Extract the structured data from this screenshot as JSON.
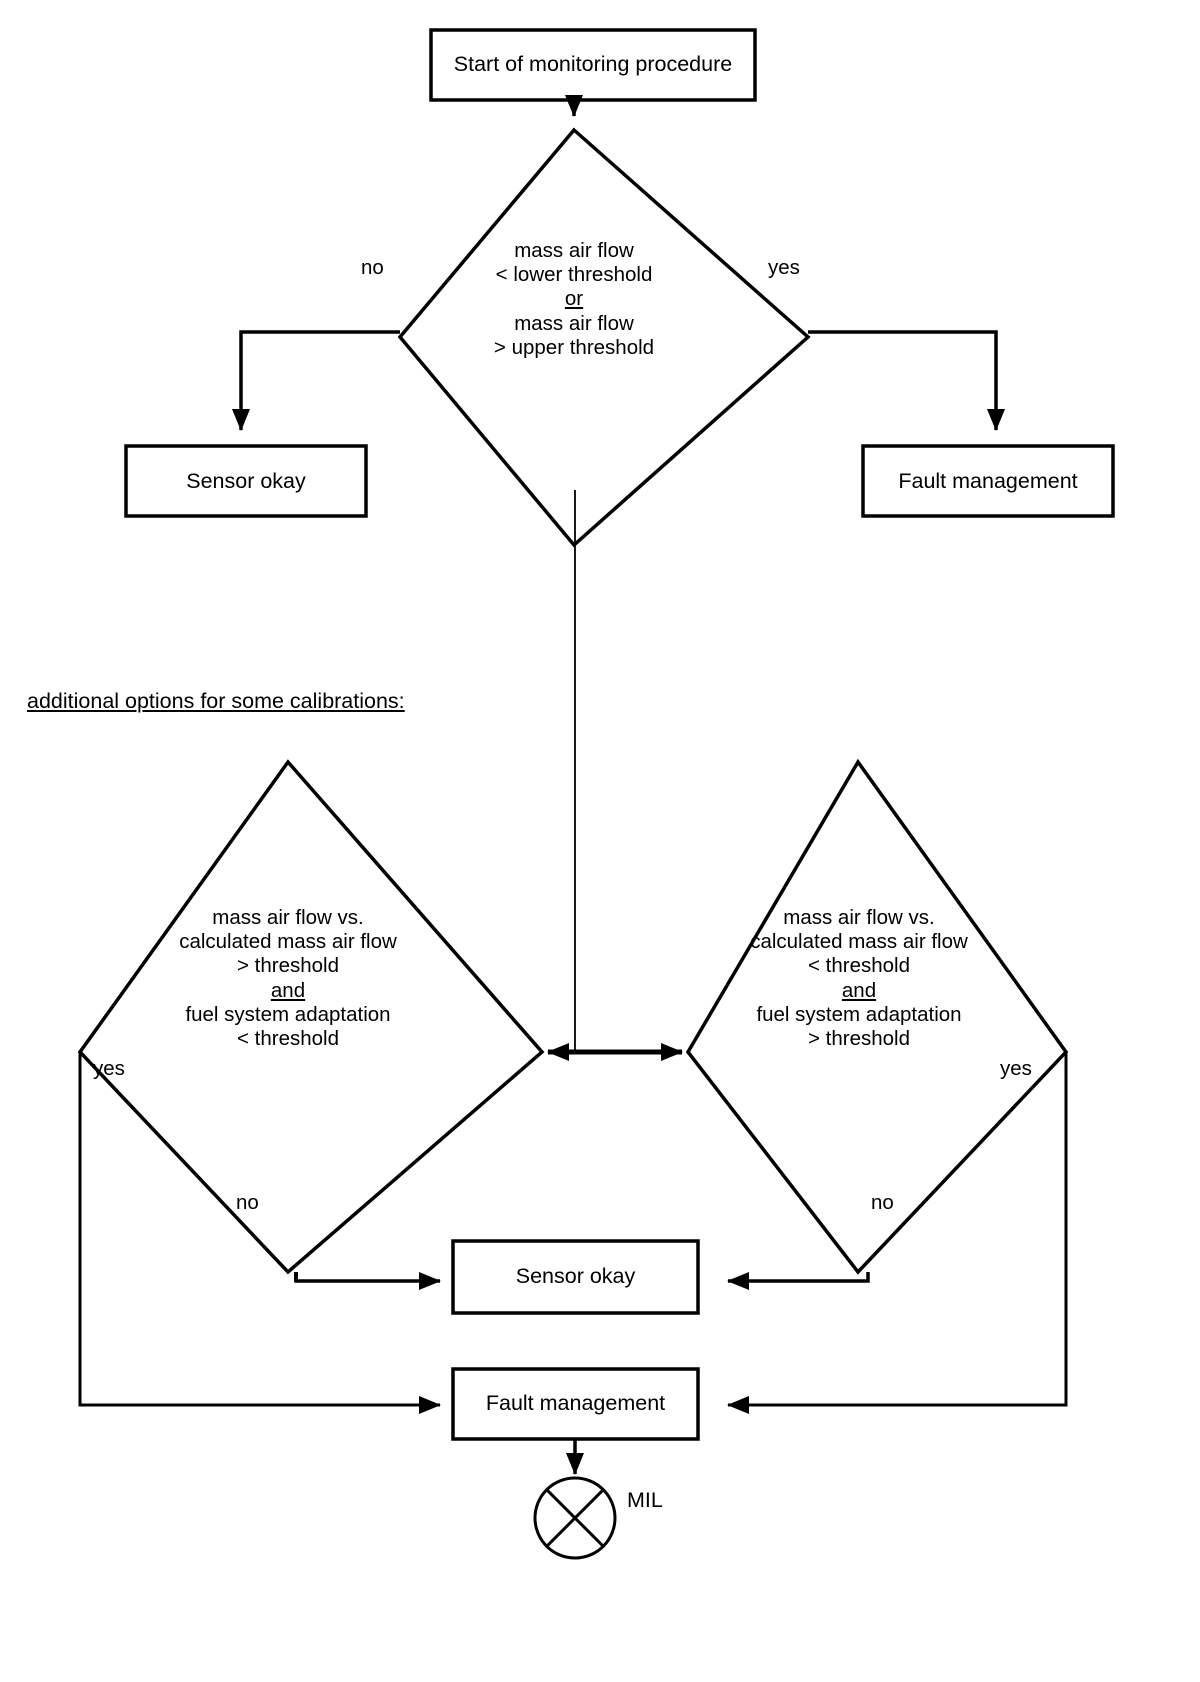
{
  "diagram": {
    "title_caption": "additional options for some calibrations:",
    "nodes": {
      "start": {
        "label": "Start of monitoring procedure"
      },
      "decision_main": {
        "line1": "mass air flow",
        "line2": "< lower threshold",
        "line3": "or",
        "line4": "mass air flow",
        "line5": "> upper threshold"
      },
      "sensor_okay_top": {
        "label": "Sensor okay"
      },
      "fault_management_top": {
        "label": "Fault management"
      },
      "decision_left": {
        "line1": "mass air flow vs.",
        "line2": "calculated mass air flow",
        "line3": "> threshold",
        "line4": "and",
        "line5": "fuel system adaptation",
        "line6": "< threshold"
      },
      "decision_right": {
        "line1": "mass air flow vs.",
        "line2": "calculated mass air flow",
        "line3": "< threshold",
        "line4": "and",
        "line5": "fuel system adaptation",
        "line6": "> threshold"
      },
      "sensor_okay_bottom": {
        "label": "Sensor okay"
      },
      "fault_management_bottom": {
        "label": "Fault management"
      },
      "mil": {
        "label": "MIL"
      }
    },
    "edge_labels": {
      "main_no": "no",
      "main_yes": "yes",
      "left_yes": "yes",
      "left_no": "no",
      "right_yes": "yes",
      "right_no": "no"
    },
    "colors": {
      "stroke": "#000000",
      "fill": "#ffffff",
      "text": "#000000"
    }
  }
}
